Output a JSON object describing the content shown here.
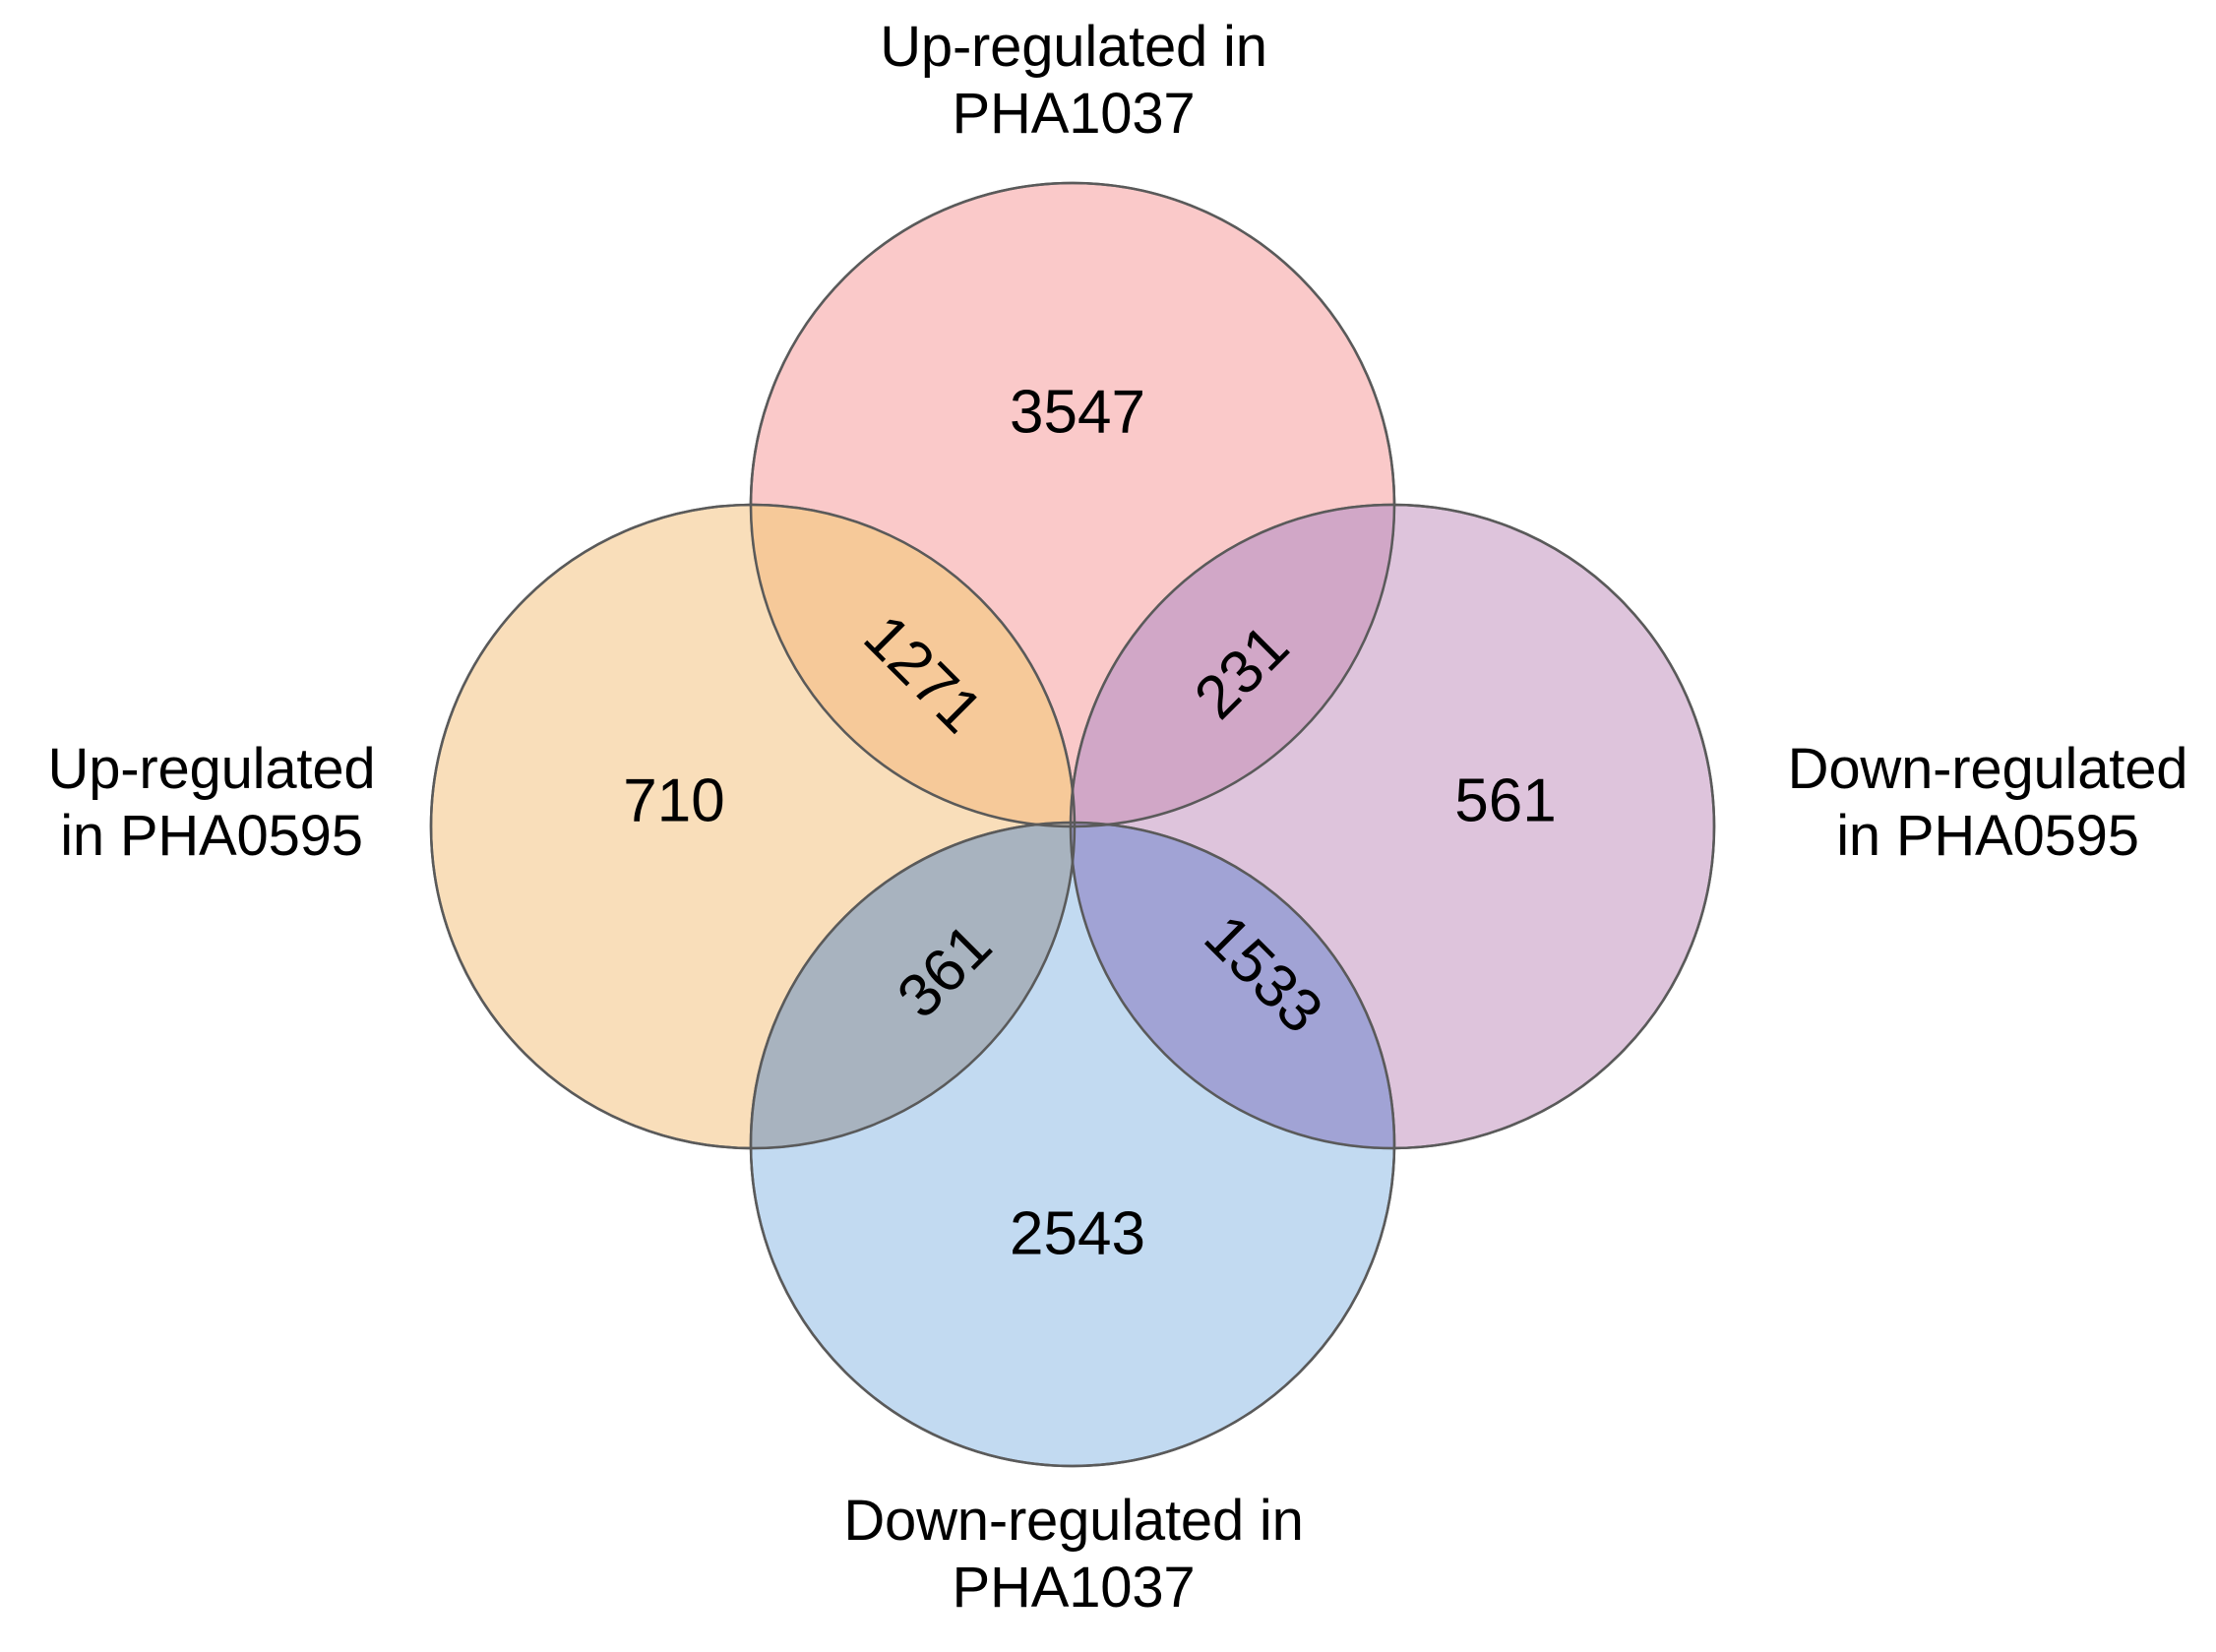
{
  "figure": {
    "type": "venn-diagram",
    "sets_count": 4,
    "background": "#ffffff",
    "outline_color": "#555555"
  },
  "labels": {
    "top": "Up-regulated in\nPHA1037",
    "left": "Up-regulated\nin PHA0595",
    "right": "Down-regulated\nin PHA0595",
    "bottom": "Down-regulated in\nPHA1037"
  },
  "counts": {
    "top_only": "3547",
    "left_only": "710",
    "right_only": "561",
    "bottom_only": "2543",
    "top_left": "1271",
    "top_right": "231",
    "bottom_left": "361",
    "bottom_right": "1533"
  },
  "colors": {
    "top_fill": "#f7a8a8",
    "left_fill": "#f6c98f",
    "right_fill": "#c9a0c6",
    "bottom_fill": "#9cc3e8",
    "top_only_blend": "#fac5c5",
    "left_only_blend": "#fae0c0",
    "right_only_blend": "#e2cee0",
    "bottom_only_blend": "#c6dcef",
    "top_left_blend": "#f4b4a4",
    "top_right_blend": "#e8b4c4",
    "bottom_left_blend": "#c8cdd9",
    "bottom_right_blend": "#c6c0dc"
  },
  "chart_data": {
    "type": "venn",
    "title": "",
    "sets": [
      {
        "name": "Up-regulated in PHA1037",
        "position": "top",
        "exclusive_value": 3547,
        "fill": "#f7a8a8"
      },
      {
        "name": "Up-regulated in PHA0595",
        "position": "left",
        "exclusive_value": 710,
        "fill": "#f6c98f"
      },
      {
        "name": "Down-regulated in PHA0595",
        "position": "right",
        "exclusive_value": 561,
        "fill": "#c9a0c6"
      },
      {
        "name": "Down-regulated in PHA1037",
        "position": "bottom",
        "exclusive_value": 2543,
        "fill": "#9cc3e8"
      }
    ],
    "intersections": [
      {
        "between": [
          "Up-regulated in PHA1037",
          "Up-regulated in PHA0595"
        ],
        "value": 1271,
        "position": "top-left"
      },
      {
        "between": [
          "Up-regulated in PHA1037",
          "Down-regulated in PHA0595"
        ],
        "value": 231,
        "position": "top-right"
      },
      {
        "between": [
          "Down-regulated in PHA1037",
          "Up-regulated in PHA0595"
        ],
        "value": 361,
        "position": "bottom-left"
      },
      {
        "between": [
          "Down-regulated in PHA1037",
          "Down-regulated in PHA0595"
        ],
        "value": 1533,
        "position": "bottom-right"
      }
    ],
    "legend": "none",
    "grid": false
  }
}
